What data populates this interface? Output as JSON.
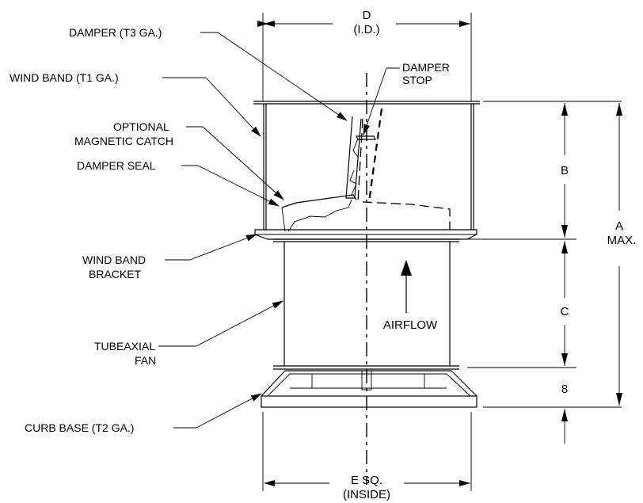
{
  "callouts": {
    "damper": "DAMPER (T3 GA.)",
    "wind_band": "WIND BAND (T1 GA.)",
    "optional_line1": "OPTIONAL",
    "optional_line2": "MAGNETIC CATCH",
    "damper_seal": "DAMPER SEAL",
    "damper_stop_line1": "DAMPER",
    "damper_stop_line2": "STOP",
    "wind_band_bracket_line1": "WIND BAND",
    "wind_band_bracket_line2": "BRACKET",
    "tubeaxial_line1": "TUBEAXIAL",
    "tubeaxial_line2": "FAN",
    "curb_base": "CURB BASE (T2 GA.)",
    "airflow": "AIRFLOW"
  },
  "dimensions": {
    "d_line1": "D",
    "d_line2": "(I.D.)",
    "b": "B",
    "c": "C",
    "a_line1": "A",
    "a_line2": "MAX.",
    "eight": "8",
    "e_line1": "E SQ.",
    "e_line2": "(INSIDE)"
  }
}
